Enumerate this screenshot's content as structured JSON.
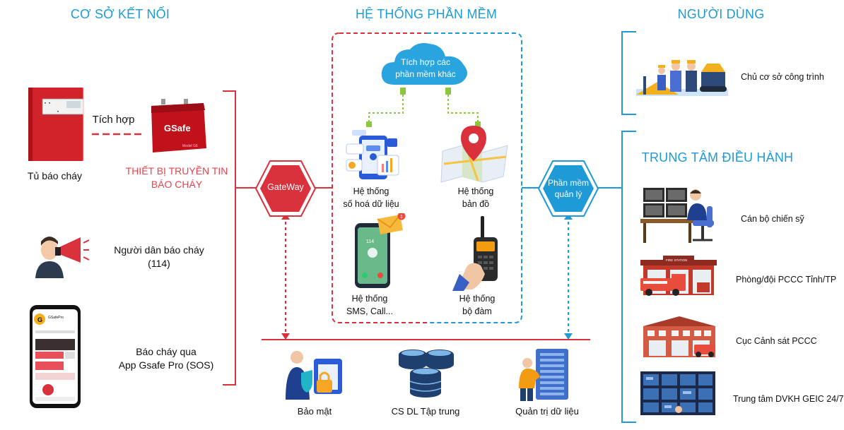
{
  "headings": {
    "facility": "CƠ SỞ KẾT NỐI",
    "software": "HỆ THỐNG PHẦN MỀM",
    "users": "NGƯỜI DÙNG",
    "command_center": "TRUNG TÂM ĐIỀU HÀNH"
  },
  "facility": {
    "panel_label": "Tủ báo cháy",
    "integration_label": "Tích hợp",
    "device_brand": "GSafe",
    "device_model": "Model G6",
    "device_label_line1": "THIẾT BỊ TRUYỀN TIN",
    "device_label_line2": "BÁO CHÁY",
    "citizen_label_line1": "Người dân báo cháy",
    "citizen_label_line2": "(114)",
    "app_label_line1": "Báo cháy qua",
    "app_label_line2": "App Gsafe Pro (SOS)",
    "app_screen_name": "GSafePro"
  },
  "gateway": {
    "label": "GateWay"
  },
  "management": {
    "label_line1": "Phần mềm",
    "label_line2": "quản lý"
  },
  "software": {
    "cloud_line1": "Tích hợp các",
    "cloud_line2": "phần mềm khác",
    "digitize_line1": "Hệ thống",
    "digitize_line2": "số hoá dữ liệu",
    "map_line1": "Hệ thống",
    "map_line2": "bản đồ",
    "sms_line1": "Hệ thống",
    "sms_line2": "SMS, Call...",
    "phone_number": "114",
    "notification_count": "1",
    "radio_line1": "Hệ thống",
    "radio_line2": "bộ đàm"
  },
  "infrastructure": {
    "security": "Bảo mật",
    "central_db": "CS DL Tập trung",
    "data_admin": "Quản trị dữ liệu"
  },
  "users": {
    "owner": "Chủ cơ sở công trình"
  },
  "command_center": {
    "officer": "Cán bộ chiến sỹ",
    "province_team": "Phòng/đội PCCC Tỉnh/TP",
    "department": "Cục Cảnh sát PCCC",
    "station_sign": "FIRE STATION",
    "geic": "Trung tâm DVKH GEIC 24/7"
  },
  "colors": {
    "accent_blue": "#1e9bd7",
    "accent_red": "#d9323c",
    "connector_green": "#8dc63f"
  }
}
